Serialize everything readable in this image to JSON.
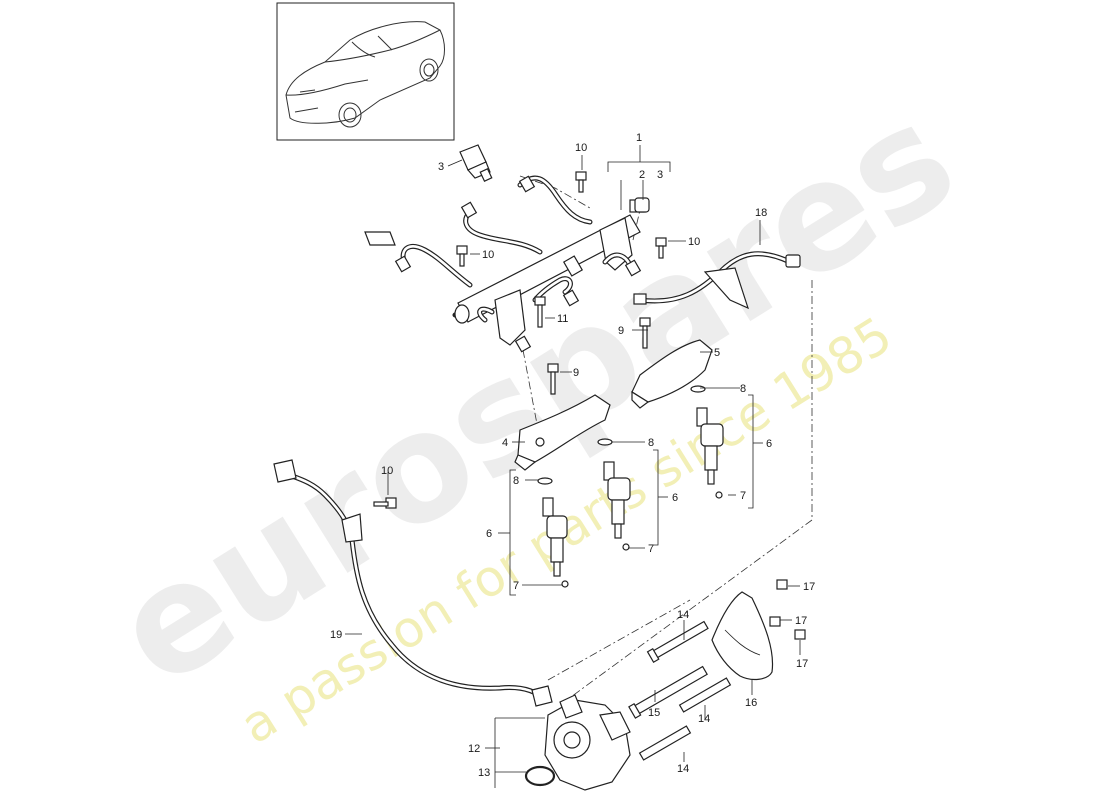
{
  "watermark": {
    "brand": "eurospares",
    "tagline": "a passion for parts since 1985"
  },
  "callouts": [
    {
      "id": "c1",
      "text": "1"
    },
    {
      "id": "c2",
      "text": "2"
    },
    {
      "id": "c3a",
      "text": "3"
    },
    {
      "id": "c3b",
      "text": "3"
    },
    {
      "id": "c4",
      "text": "4"
    },
    {
      "id": "c5",
      "text": "5"
    },
    {
      "id": "c6a",
      "text": "6"
    },
    {
      "id": "c6b",
      "text": "6"
    },
    {
      "id": "c6c",
      "text": "6"
    },
    {
      "id": "c7a",
      "text": "7"
    },
    {
      "id": "c7b",
      "text": "7"
    },
    {
      "id": "c7c",
      "text": "7"
    },
    {
      "id": "c8a",
      "text": "8"
    },
    {
      "id": "c8b",
      "text": "8"
    },
    {
      "id": "c8c",
      "text": "8"
    },
    {
      "id": "c9a",
      "text": "9"
    },
    {
      "id": "c9b",
      "text": "9"
    },
    {
      "id": "c10a",
      "text": "10"
    },
    {
      "id": "c10b",
      "text": "10"
    },
    {
      "id": "c10c",
      "text": "10"
    },
    {
      "id": "c10d",
      "text": "10"
    },
    {
      "id": "c11",
      "text": "11"
    },
    {
      "id": "c12",
      "text": "12"
    },
    {
      "id": "c13",
      "text": "13"
    },
    {
      "id": "c14a",
      "text": "14"
    },
    {
      "id": "c14b",
      "text": "14"
    },
    {
      "id": "c14c",
      "text": "14"
    },
    {
      "id": "c15",
      "text": "15"
    },
    {
      "id": "c16",
      "text": "16"
    },
    {
      "id": "c17a",
      "text": "17"
    },
    {
      "id": "c17b",
      "text": "17"
    },
    {
      "id": "c17c",
      "text": "17"
    },
    {
      "id": "c18",
      "text": "18"
    },
    {
      "id": "c19",
      "text": "19"
    }
  ]
}
